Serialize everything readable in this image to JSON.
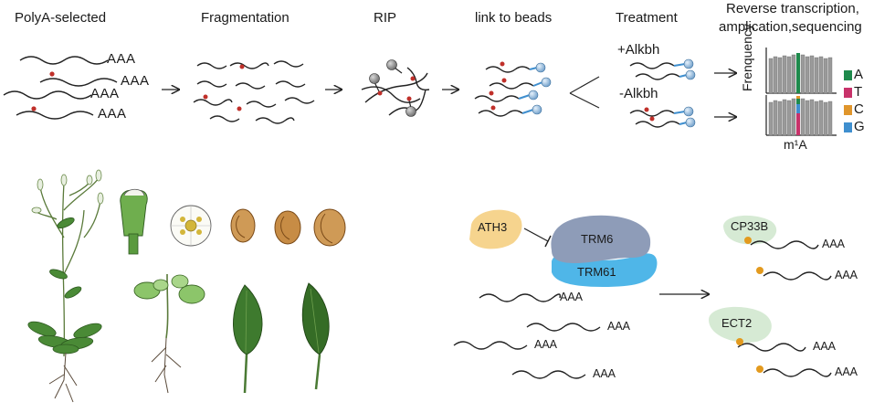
{
  "steps": {
    "polya": "PolyA-selected",
    "fragmentation": "Fragmentation",
    "rip": "RIP",
    "beads": "link to beads",
    "treatment": "Treatment",
    "seq_line1": "Reverse transcription,",
    "seq_line2": "amplication,sequencing"
  },
  "treatment_arms": {
    "plus": "+Alkbh",
    "minus": "-Alkbh"
  },
  "polya_tail": "AAA",
  "histogram": {
    "ylabel": "Frenquency",
    "xlabel": "m¹A",
    "legend": [
      {
        "label": "A",
        "color": "#1e8a4c"
      },
      {
        "label": "T",
        "color": "#c8326a"
      },
      {
        "label": "C",
        "color": "#e0962c"
      },
      {
        "label": "G",
        "color": "#3f8fcf"
      }
    ]
  },
  "proteins": {
    "ath3": "ATH3",
    "trm6": "TRM6",
    "trm61": "TRM61",
    "cp33b": "CP33B",
    "ect2": "ECT2"
  },
  "colors": {
    "mod_site": "#c0302a",
    "reader_dot": "#e39a1e",
    "bead": "#a9c7e6",
    "ath3": "#f6d48e",
    "trm6": "#8e9cb8",
    "trm61": "#4fb6e8",
    "reader_blob": "#d6ead4",
    "leaf": "#3e7a2e"
  }
}
